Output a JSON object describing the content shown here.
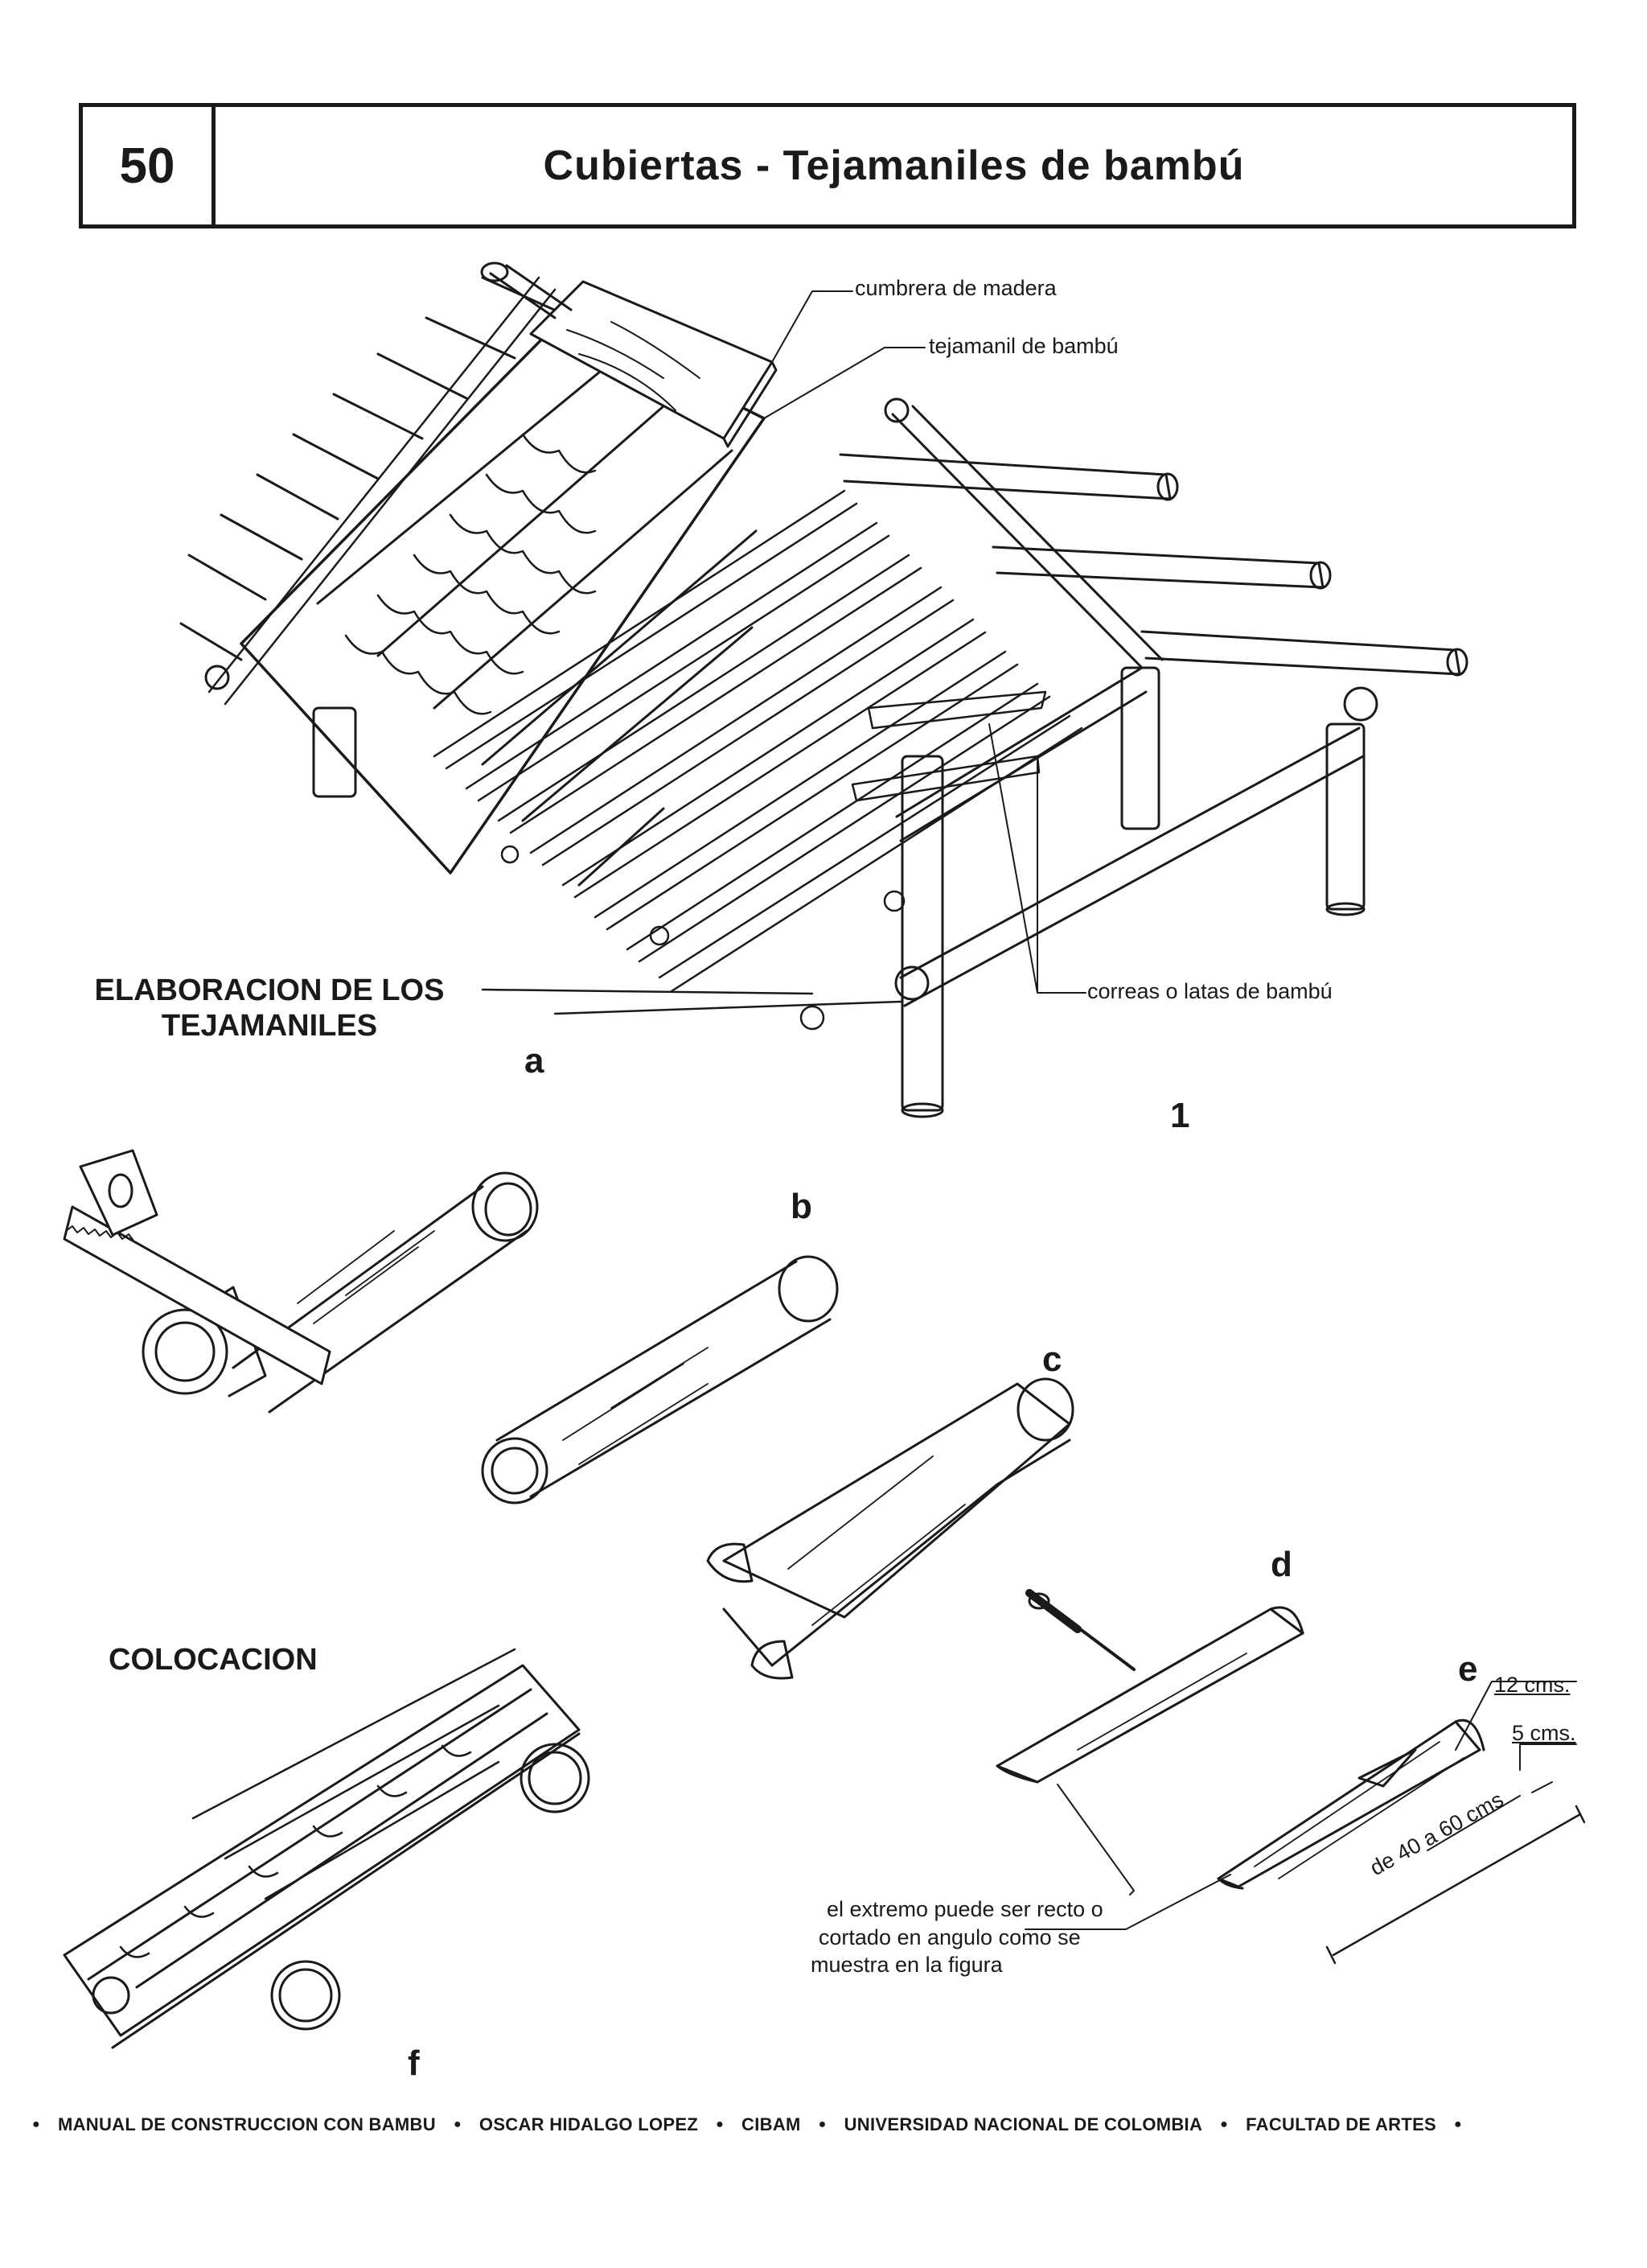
{
  "header": {
    "page_number": "50",
    "title": "Cubiertas - Tejamaniles de bambú"
  },
  "roof_labels": {
    "ridge": "cumbrera de madera",
    "shingle": "tejamanil de bambú",
    "purlins": "correas o latas de bambú"
  },
  "figure_numbers": {
    "main": "1"
  },
  "sections": {
    "elaboration_line1": "ELABORACION DE LOS",
    "elaboration_line2": "TEJAMANILES",
    "placement": "COLOCACION"
  },
  "steps": {
    "a": "a",
    "b": "b",
    "c": "c",
    "d": "d",
    "e": "e",
    "f": "f"
  },
  "dimensions": {
    "width": "12 cms.",
    "thickness": "5 cms.",
    "length": "de 40 a 60 cms"
  },
  "note": {
    "line1": "el extremo puede ser recto o",
    "line2": "cortado en angulo como se",
    "line3": "muestra en la figura"
  },
  "footer": {
    "items": [
      "MANUAL DE CONSTRUCCION CON BAMBU",
      "OSCAR HIDALGO LOPEZ",
      "CIBAM",
      "UNIVERSIDAD NACIONAL DE COLOMBIA",
      "FACULTAD DE ARTES"
    ]
  }
}
